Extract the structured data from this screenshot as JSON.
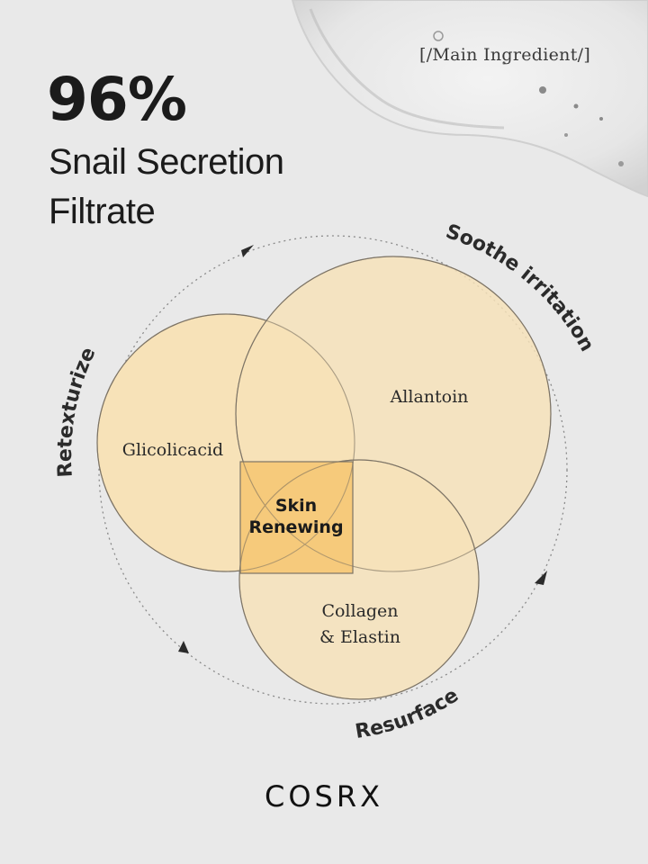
{
  "header": {
    "label": "[/Main Ingredient/]"
  },
  "headline": {
    "percent": "96%",
    "line1": "Snail Secretion",
    "line2": "Filtrate"
  },
  "diagram": {
    "ingredients": {
      "left": "Glicolicacid",
      "right": "Allantoin",
      "bottom_line1": "Collagen",
      "bottom_line2": "& Elastin"
    },
    "center": {
      "line1": "Skin",
      "line2": "Renewing"
    },
    "benefits": {
      "top_right": "Soothe irritation",
      "left": "Retexturize",
      "bottom": "Resurface"
    },
    "colors": {
      "circle_fill": "#f7e2b8",
      "center_fill": "#f6c670",
      "outline": "#7d7466"
    }
  },
  "brand": {
    "name": "COSRX"
  }
}
